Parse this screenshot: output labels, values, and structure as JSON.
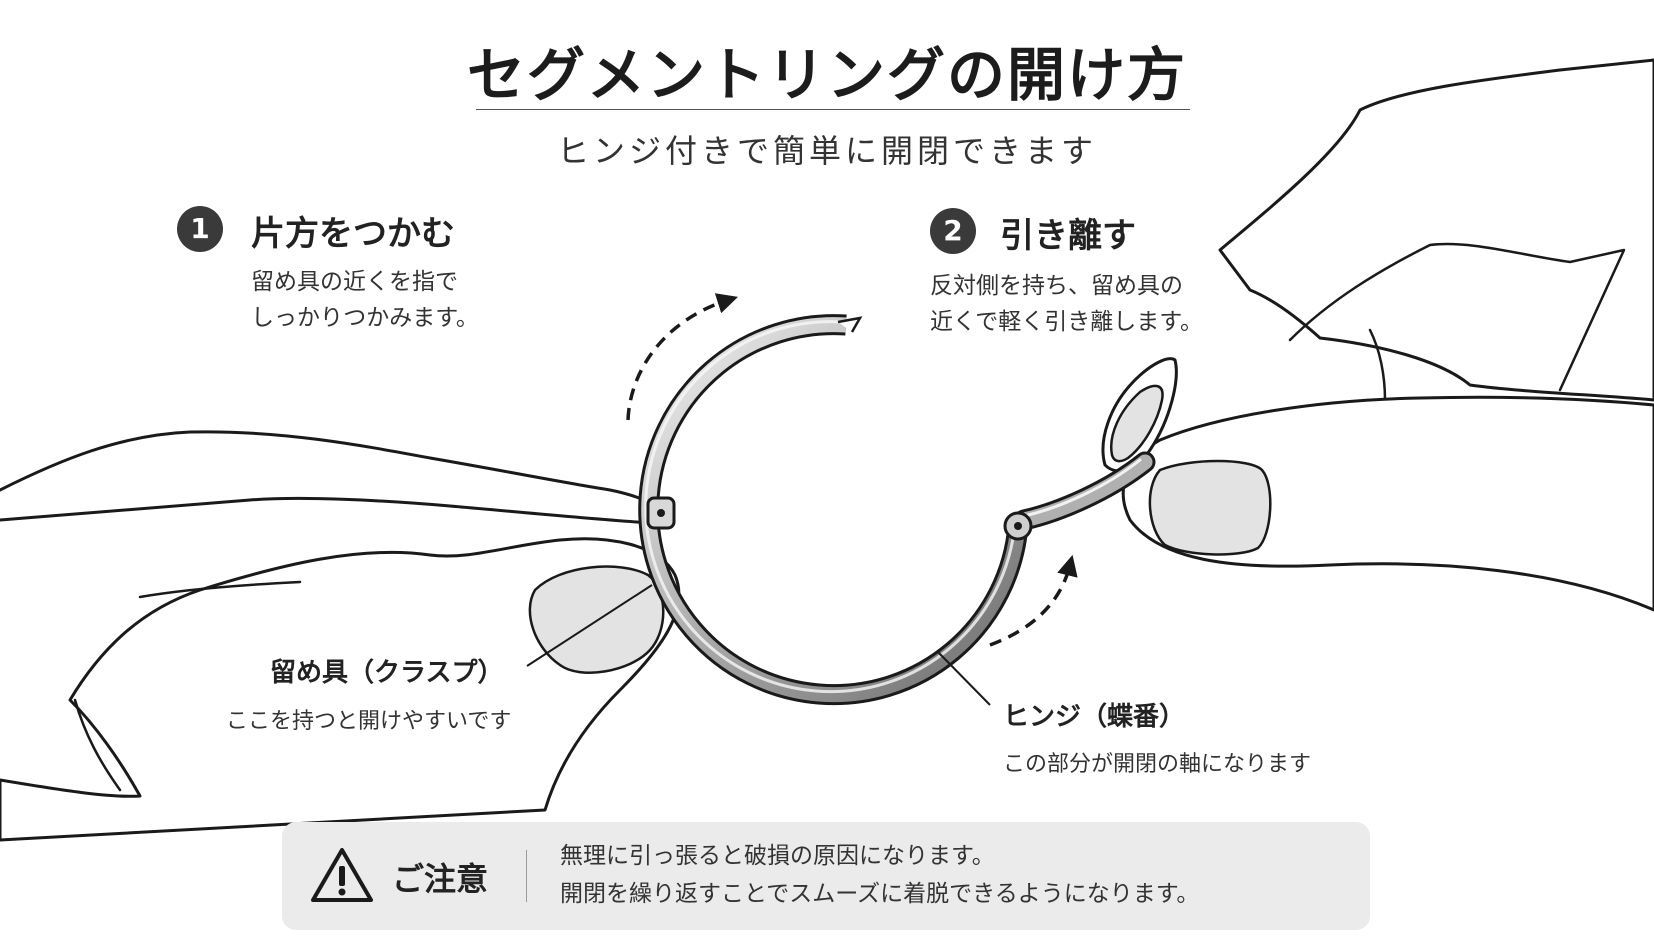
{
  "title": "セグメントリングの開け方",
  "subtitle": "ヒンジ付きで簡単に開閉できます",
  "steps": [
    {
      "number": "1",
      "title": "片方をつかむ",
      "desc": [
        "留め具の近くを指で",
        "しっかりつかみます。"
      ]
    },
    {
      "number": "2",
      "title": "引き離す",
      "desc": [
        "反対側を持ち、留め具の",
        "近くで軽く引き離します。"
      ]
    }
  ],
  "labels": {
    "clasp": {
      "title": "留め具（クラスプ）",
      "desc": "ここを持つと開けやすいです"
    },
    "hinge": {
      "title": "ヒンジ（蝶番）",
      "desc": "この部分が開閉の軸になります"
    }
  },
  "caution": {
    "title": "ご注意",
    "lines": [
      "無理に引っ張ると破損の原因になります。",
      "開閉を繰り返すことでスムーズに着脱できるようになります。"
    ]
  },
  "icons": {
    "warning": "warning-triangle-icon",
    "arrow": "dashed-curved-arrow-icon"
  },
  "colors": {
    "line": "#1a1a1a",
    "nail": "#e3e3e3",
    "ring": "#9a9a9a",
    "caution_bg": "#ebebeb",
    "badge": "#3a3a3a"
  }
}
